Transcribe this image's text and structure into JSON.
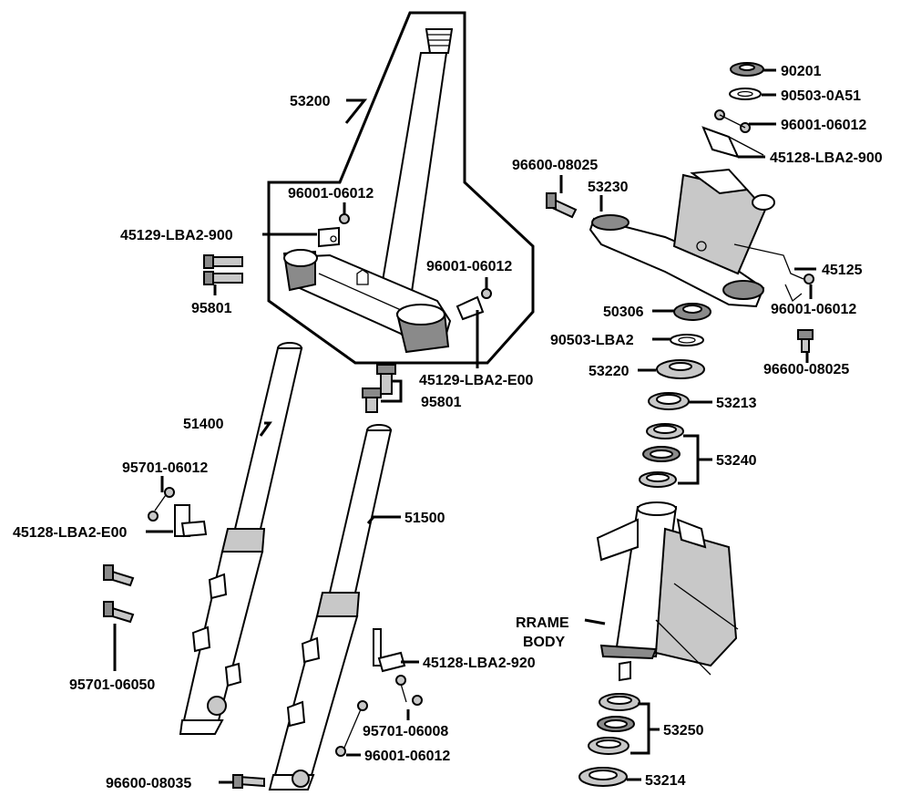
{
  "labels": {
    "p53200": "53200",
    "p96001_a": "96001-06012",
    "p45129_900": "45129-LBA2-900",
    "p96001_b": "96001-06012",
    "p95801_a": "95801",
    "p45129_e00": "45129-LBA2-E00",
    "p95801_b": "95801",
    "p51400": "51400",
    "p95701_06012": "95701-06012",
    "p45128_e00": "45128-LBA2-E00",
    "p51500": "51500",
    "p95701_06050": "95701-06050",
    "p45128_920": "45128-LBA2-920",
    "p95701_06008": "95701-06008",
    "p96001_c": "96001-06012",
    "p96600_08035": "96600-08035",
    "p90201": "90201",
    "p90503_0a51": "90503-0A51",
    "p96001_d": "96001-06012",
    "p45128_900": "45128-LBA2-900",
    "p96600_a": "96600-08025",
    "p53230": "53230",
    "p45125": "45125",
    "p96001_e": "96001-06012",
    "p50306": "50306",
    "p90503_lba2": "90503-LBA2",
    "p96600_b": "96600-08025",
    "p53220": "53220",
    "p53213": "53213",
    "p53240": "53240",
    "frame_line1": "RRAME",
    "frame_line2": "BODY",
    "p53250": "53250",
    "p53214": "53214"
  }
}
